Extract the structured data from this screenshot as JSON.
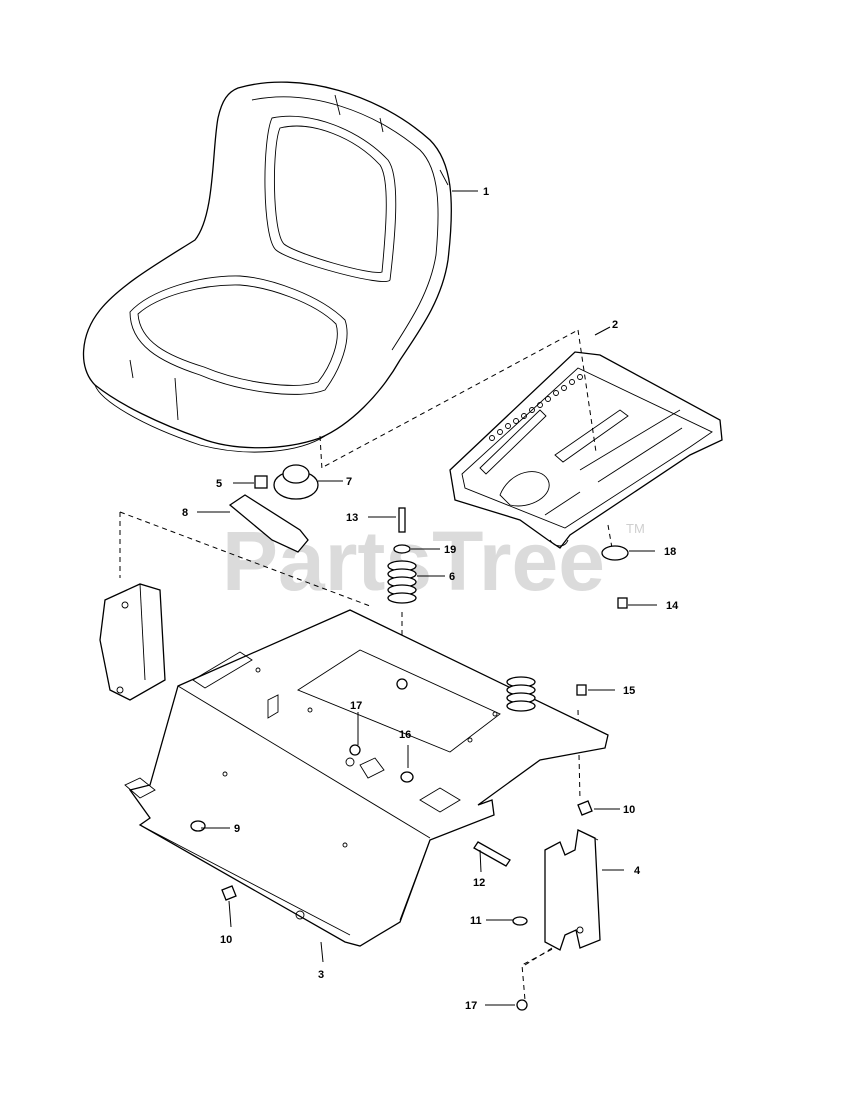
{
  "watermark": {
    "text": "PartsTree",
    "trademark": "TM"
  },
  "callouts": [
    {
      "id": "c1",
      "label": "1"
    },
    {
      "id": "c2",
      "label": "2"
    },
    {
      "id": "c3",
      "label": "3"
    },
    {
      "id": "c4",
      "label": "4"
    },
    {
      "id": "c5",
      "label": "5"
    },
    {
      "id": "c6",
      "label": "6"
    },
    {
      "id": "c7",
      "label": "7"
    },
    {
      "id": "c8",
      "label": "8"
    },
    {
      "id": "c9",
      "label": "9"
    },
    {
      "id": "c10a",
      "label": "10"
    },
    {
      "id": "c10b",
      "label": "10"
    },
    {
      "id": "c11",
      "label": "11"
    },
    {
      "id": "c12",
      "label": "12"
    },
    {
      "id": "c13",
      "label": "13"
    },
    {
      "id": "c14",
      "label": "14"
    },
    {
      "id": "c15",
      "label": "15"
    },
    {
      "id": "c16",
      "label": "16"
    },
    {
      "id": "c17a",
      "label": "17"
    },
    {
      "id": "c17b",
      "label": "17"
    },
    {
      "id": "c18",
      "label": "18"
    },
    {
      "id": "c19",
      "label": "19"
    }
  ]
}
